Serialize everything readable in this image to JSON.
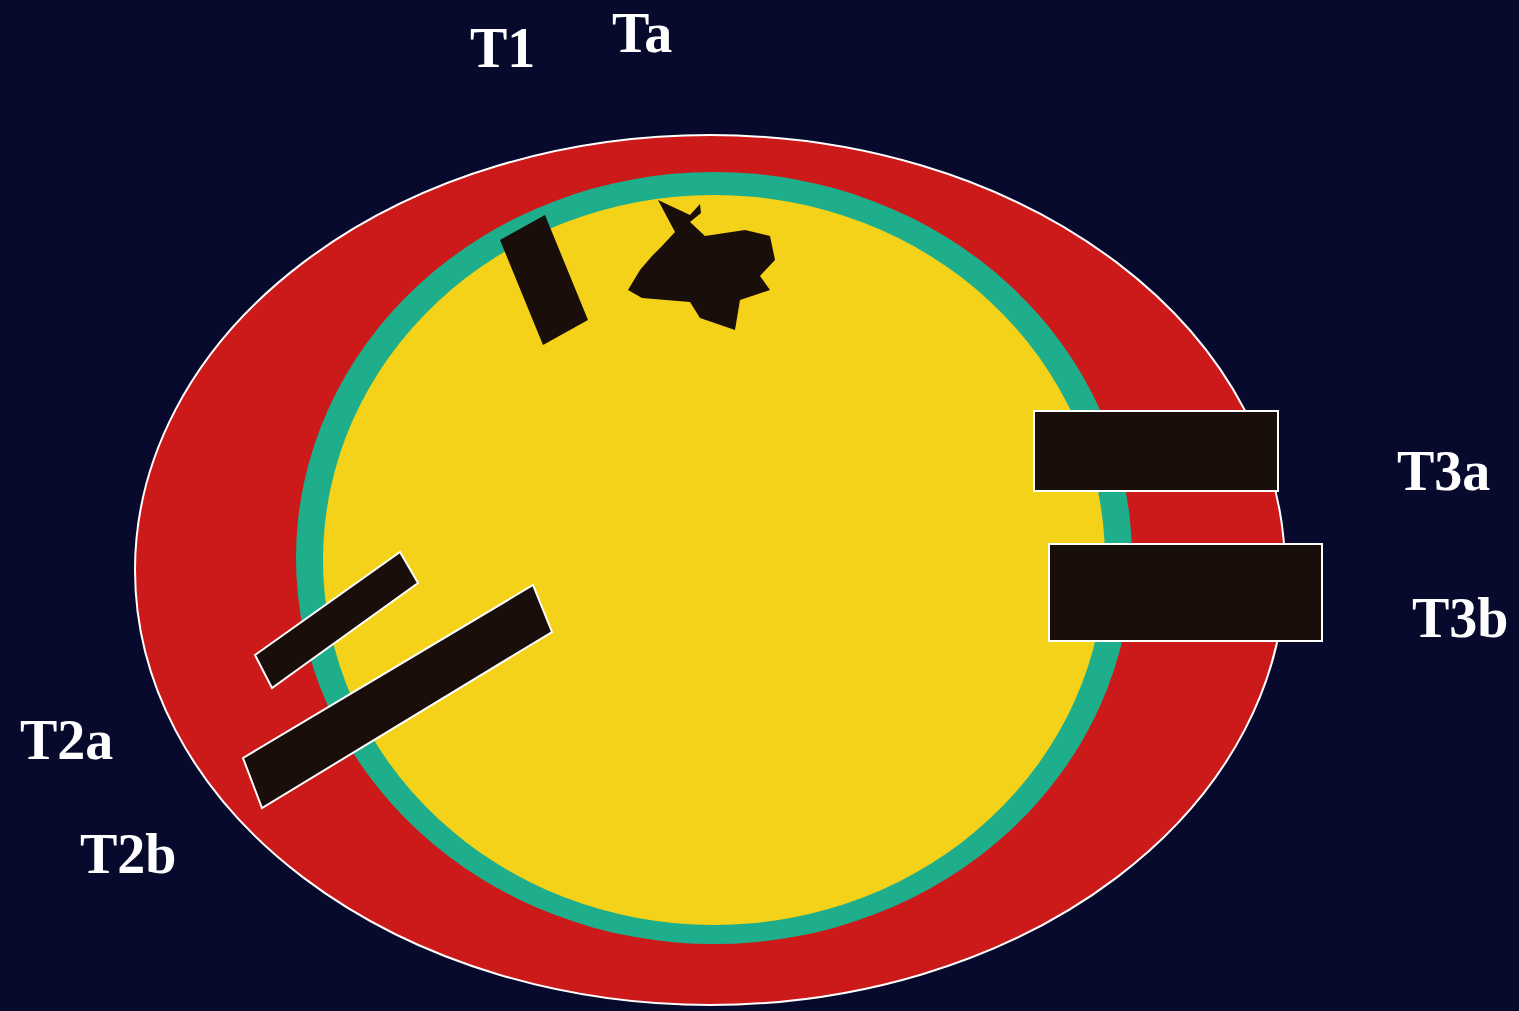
{
  "diagram": {
    "labels": [
      "T1",
      "Ta",
      "T3a",
      "T3b",
      "T2a",
      "T2b"
    ]
  }
}
